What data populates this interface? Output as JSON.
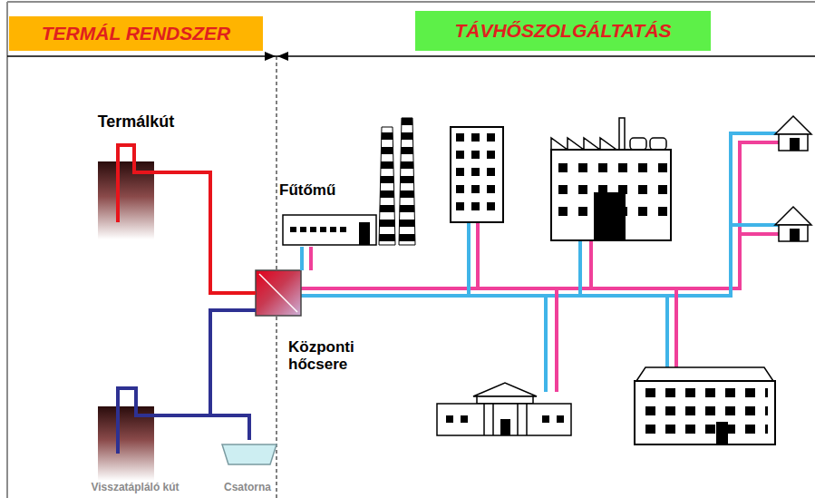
{
  "diagram": {
    "nodes": [
      {
        "text": [
          "TERMÁL RENDSZER"
        ]
      },
      {
        "text": [
          "TÁVHŐSZOLGÁLTATÁS"
        ]
      },
      {
        "text": [
          "Termálkút"
        ]
      },
      {
        "text": [
          "Fűtőmű"
        ]
      },
      {
        "text": [
          "Központi hőcsere"
        ]
      },
      {
        "text": [
          "Visszatápláló kút"
        ]
      },
      {
        "text": [
          "Csatorna"
        ]
      }
    ],
    "edges": [
      {
        "from": 2,
        "to": 4,
        "arrow": "none"
      },
      {
        "from": 4,
        "to": 5,
        "arrow": "none"
      },
      {
        "from": 4,
        "to": 6,
        "arrow": "none"
      },
      {
        "from": 4,
        "to": 3,
        "arrow": "none"
      },
      {
        "from": 4,
        "to": 3,
        "arrow": "none"
      }
    ]
  }
}
